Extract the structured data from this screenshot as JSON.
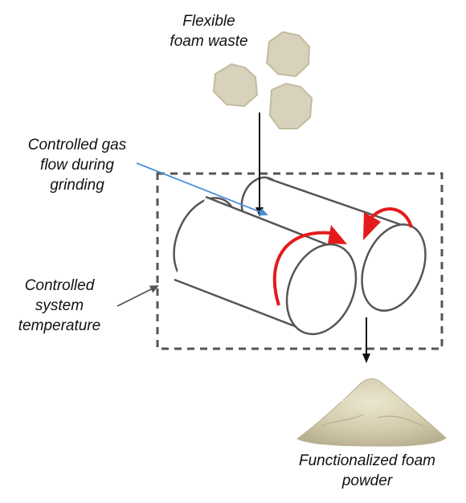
{
  "labels": {
    "foam_waste": "Flexible\nfoam waste",
    "gas_flow": "Controlled gas\nflow during\ngrinding",
    "temperature": "Controlled\nsystem\ntemperature",
    "powder": "Functionalized foam\npowder"
  },
  "colors": {
    "foam_piece": "#d8d2bc",
    "foam_piece_edge": "#c2bb9f",
    "roller_outline": "#555555",
    "rotation_arrow": "#e41a1c",
    "gas_arrow": "#4a8fd4",
    "frame_dash": "#555555",
    "powder": "#cfc8ac"
  },
  "icons": {
    "foam_pieces": "foam-chunk-icon",
    "powder_pile": "powder-pile-icon"
  }
}
